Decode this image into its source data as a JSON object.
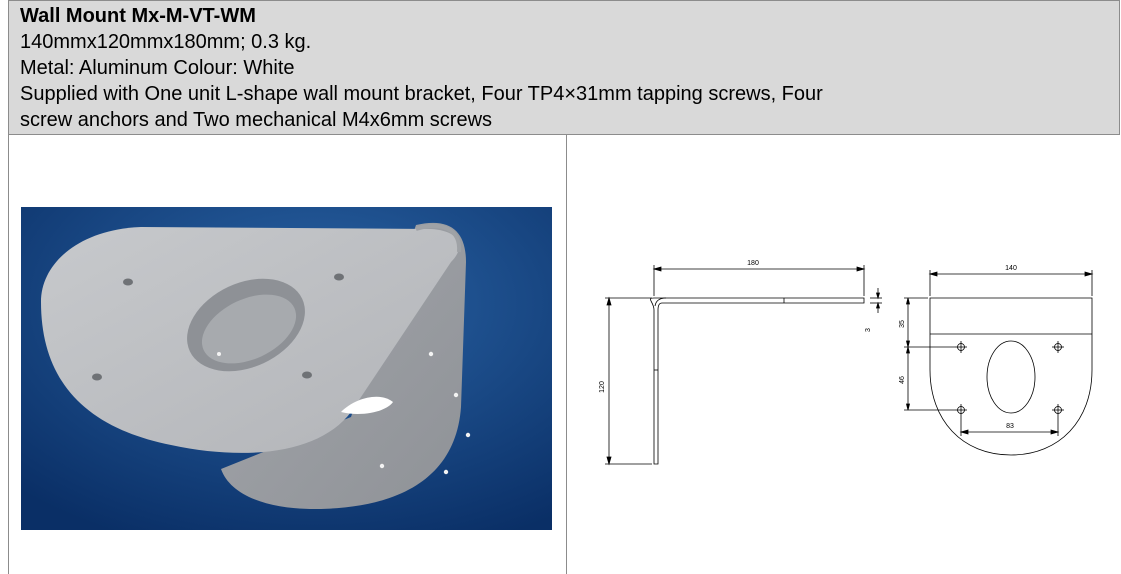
{
  "header": {
    "title": "Wall Mount Mx-M-VT-WM",
    "dimensions": "140mmx120mmx180mm; 0.3 kg.",
    "material": "Metal: Aluminum Colour: White",
    "supplied_line1": "Supplied with One unit L-shape wall mount bracket, Four TP4×31mm tapping screws, Four",
    "supplied_line2": "screw anchors and Two mechanical M4x6mm screws"
  },
  "drawing": {
    "side_length": "180",
    "side_height": "120",
    "thickness": "3",
    "front_width": "140",
    "upper_offset": "35",
    "hole_vertical": "46",
    "hole_horizontal": "83"
  },
  "colors": {
    "header_bg": "#d9d9d9",
    "border": "#8c8c8c",
    "photo_bg": "#0e3e7a"
  }
}
